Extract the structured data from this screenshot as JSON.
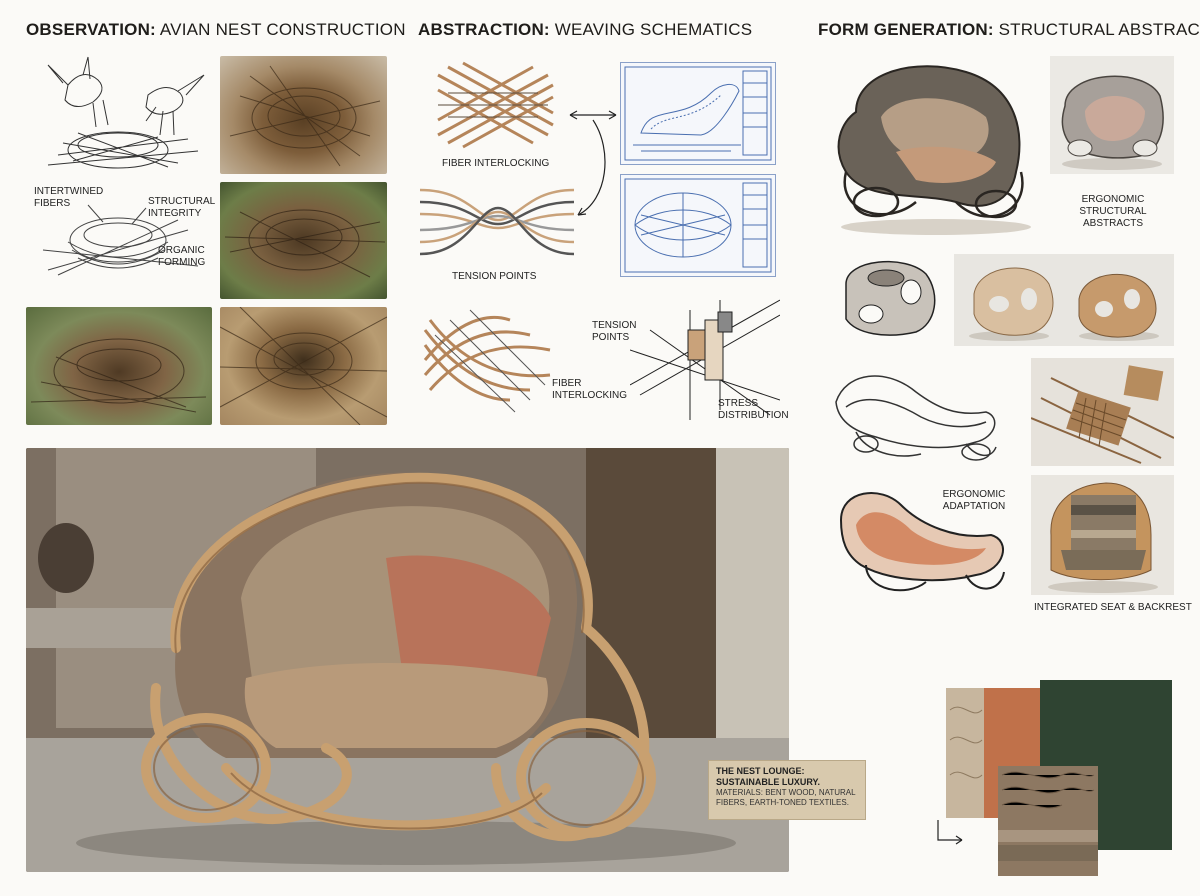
{
  "sections": {
    "observation": {
      "bold": "OBSERVATION:",
      "rest": " AVIAN NEST CONSTRUCTION"
    },
    "abstraction": {
      "bold": "ABSTRACTION:",
      "rest": " WEAVING SCHEMATICS"
    },
    "form": {
      "bold": "FORM GENERATION:",
      "rest": " STRUCTURAL ABSTRACTS"
    }
  },
  "observation_labels": {
    "intertwined": "INTERTWINED FIBERS",
    "integrity": "STRUCTURAL INTEGRITY",
    "organic": "ORGANIC FORMING"
  },
  "abstraction_labels": {
    "fiber_interlocking_top": "FIBER INTERLOCKING",
    "tension_points": "TENSION POINTS",
    "tension_points_2": "TENSION POINTS",
    "fiber_interlocking_2": "FIBER INTERLOCKING",
    "stress": "STRESS DISTRIBUTION"
  },
  "form_labels": {
    "ergonomic_structural": "ERGONOMIC STRUCTURAL ABSTRACTS",
    "ergonomic_adaptation": "ERGONOMIC ADAPTATION",
    "integrated": "INTEGRATED SEAT & BACKREST"
  },
  "caption": {
    "title": "THE NEST LOUNGE:",
    "subtitle": "SUSTAINABLE LUXURY.",
    "materials": "MATERIALS: BENT WOOD, NATURAL FIBERS, EARTH-TONED TEXTILES."
  },
  "colors": {
    "rattan": "#b58a5a",
    "terracotta": "#c0714a",
    "forest": "#2f4432",
    "blueprint": "#4a6fb0"
  }
}
